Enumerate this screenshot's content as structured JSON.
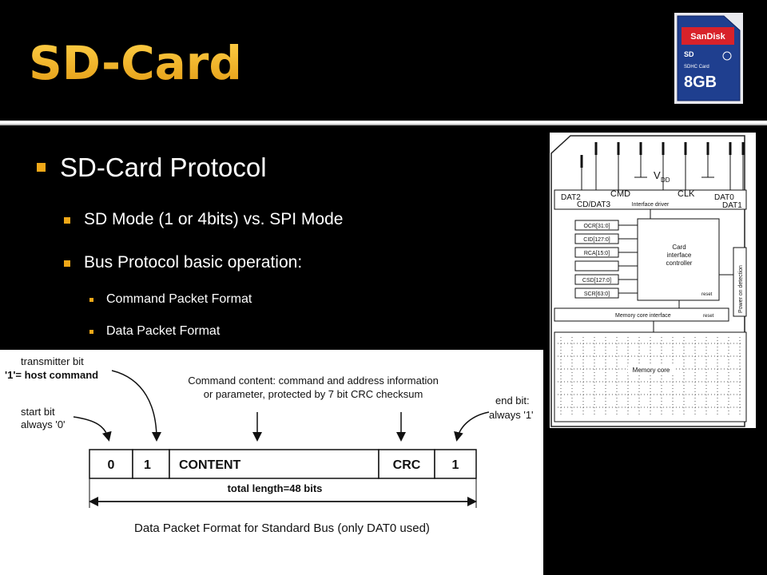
{
  "slide": {
    "title": "SD-Card"
  },
  "bullets": {
    "level1": "SD-Card Protocol",
    "level2": [
      "SD Mode (1 or 4bits) vs. SPI Mode",
      "Bus Protocol basic operation:"
    ],
    "level3": [
      "Command Packet Format",
      "Data Packet Format"
    ]
  },
  "sd_card_image": {
    "brand": "SanDisk",
    "type": "SDHC Card",
    "capacity": "8GB"
  },
  "pin_diagram": {
    "vdd_label": "V",
    "vdd_sub": "DD",
    "pins_top": [
      "DAT2",
      "CMD",
      "CLK",
      "DAT0"
    ],
    "pins_bottom": [
      "CD/DAT3",
      "DAT1"
    ],
    "interface_driver": "Interface driver",
    "registers": [
      "OCR[31:0]",
      "CID[127:0]",
      "RCA[15:0]",
      "",
      "CSD[127:0]",
      "SCR[63:0]"
    ],
    "controller": [
      "Card",
      "interface",
      "controller"
    ],
    "reset": "reset",
    "power_detect": "Power on detection",
    "memory_interface": "Memory core interface",
    "memory_reset": "reset",
    "memory_core": "Memory core"
  },
  "packet_diagram": {
    "transmitter_bit": [
      "transmitter bit",
      "'1'= host command"
    ],
    "start_bit": [
      "start bit",
      "always '0'"
    ],
    "end_bit": [
      "end bit:",
      "always '1'"
    ],
    "content_note": [
      "Command content: command and address information",
      "or parameter, protected by 7 bit CRC checksum"
    ],
    "fields": [
      "0",
      "1",
      "CONTENT",
      "CRC",
      "1"
    ],
    "total_length": "total length=48 bits",
    "caption": "Data Packet Format for Standard Bus (only DAT0 used)"
  },
  "colors": {
    "accent": "#f0a818",
    "title_top": "#ffd24a",
    "title_bottom": "#e39a12",
    "sandisk_red": "#d8222a",
    "sd_blue": "#1f3f8f"
  }
}
